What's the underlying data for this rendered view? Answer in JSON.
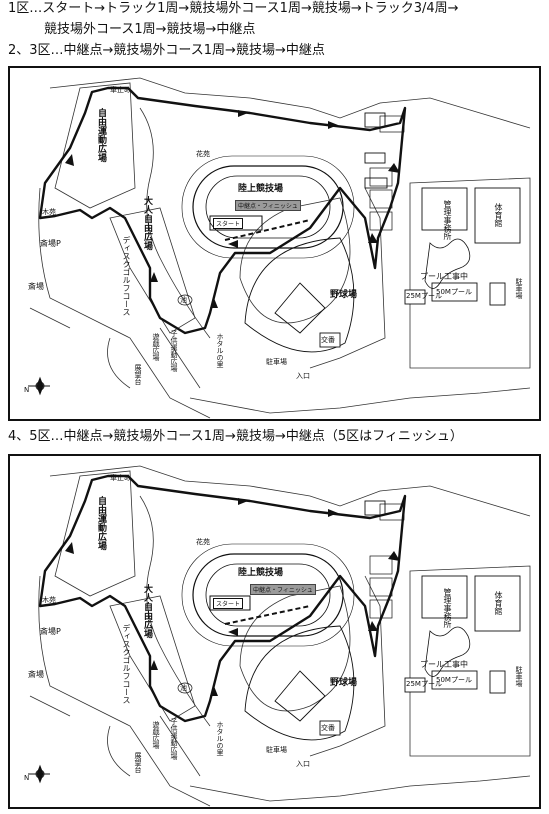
{
  "route_text": {
    "line1": "1区…スタート→トラック1周→競技場外コース1周→競技場→トラック3/4周→",
    "line2": "競技場外コース1周→競技場→中継点",
    "line3": "2、3区…中継点→競技場外コース1周→競技場→中継点",
    "line4": "4、5区…中継点→競技場外コース1周→競技場→中継点（5区はフィニッシュ）"
  },
  "map_labels": {
    "jiyu_undo_hiroba": "自由運動広場",
    "otona_jiyu_hiroba": "大人自由広場",
    "disc_golf": "ディスクゴルフコース",
    "rikujo_kyogijo": "陸上競技場",
    "start": "スタート",
    "chukei_finish": "中継点・フィニッシュ",
    "yakyujo": "野球場",
    "kanri_jimusho": "管理事務所",
    "taiikukan": "体育館",
    "pool_koji": "プール工事中",
    "pool_50m": "50Mプール",
    "pool_25m": "25Mプール",
    "chushajo": "駐車場",
    "ike": "池",
    "saijo": "斎場",
    "saijo_p": "斎場P",
    "kodomo_hiroba": "子供運動広場",
    "yugi_hiroba": "遊戯広場",
    "hotaru": "ホタルの里",
    "tenbodai": "展望台",
    "kaen": "花苑",
    "mokuen": "木苑",
    "koban": "交番",
    "iriguchi": "入口",
    "tomeru": "車止め",
    "north": "N"
  },
  "colors": {
    "route": "#111111",
    "background": "#ffffff"
  }
}
